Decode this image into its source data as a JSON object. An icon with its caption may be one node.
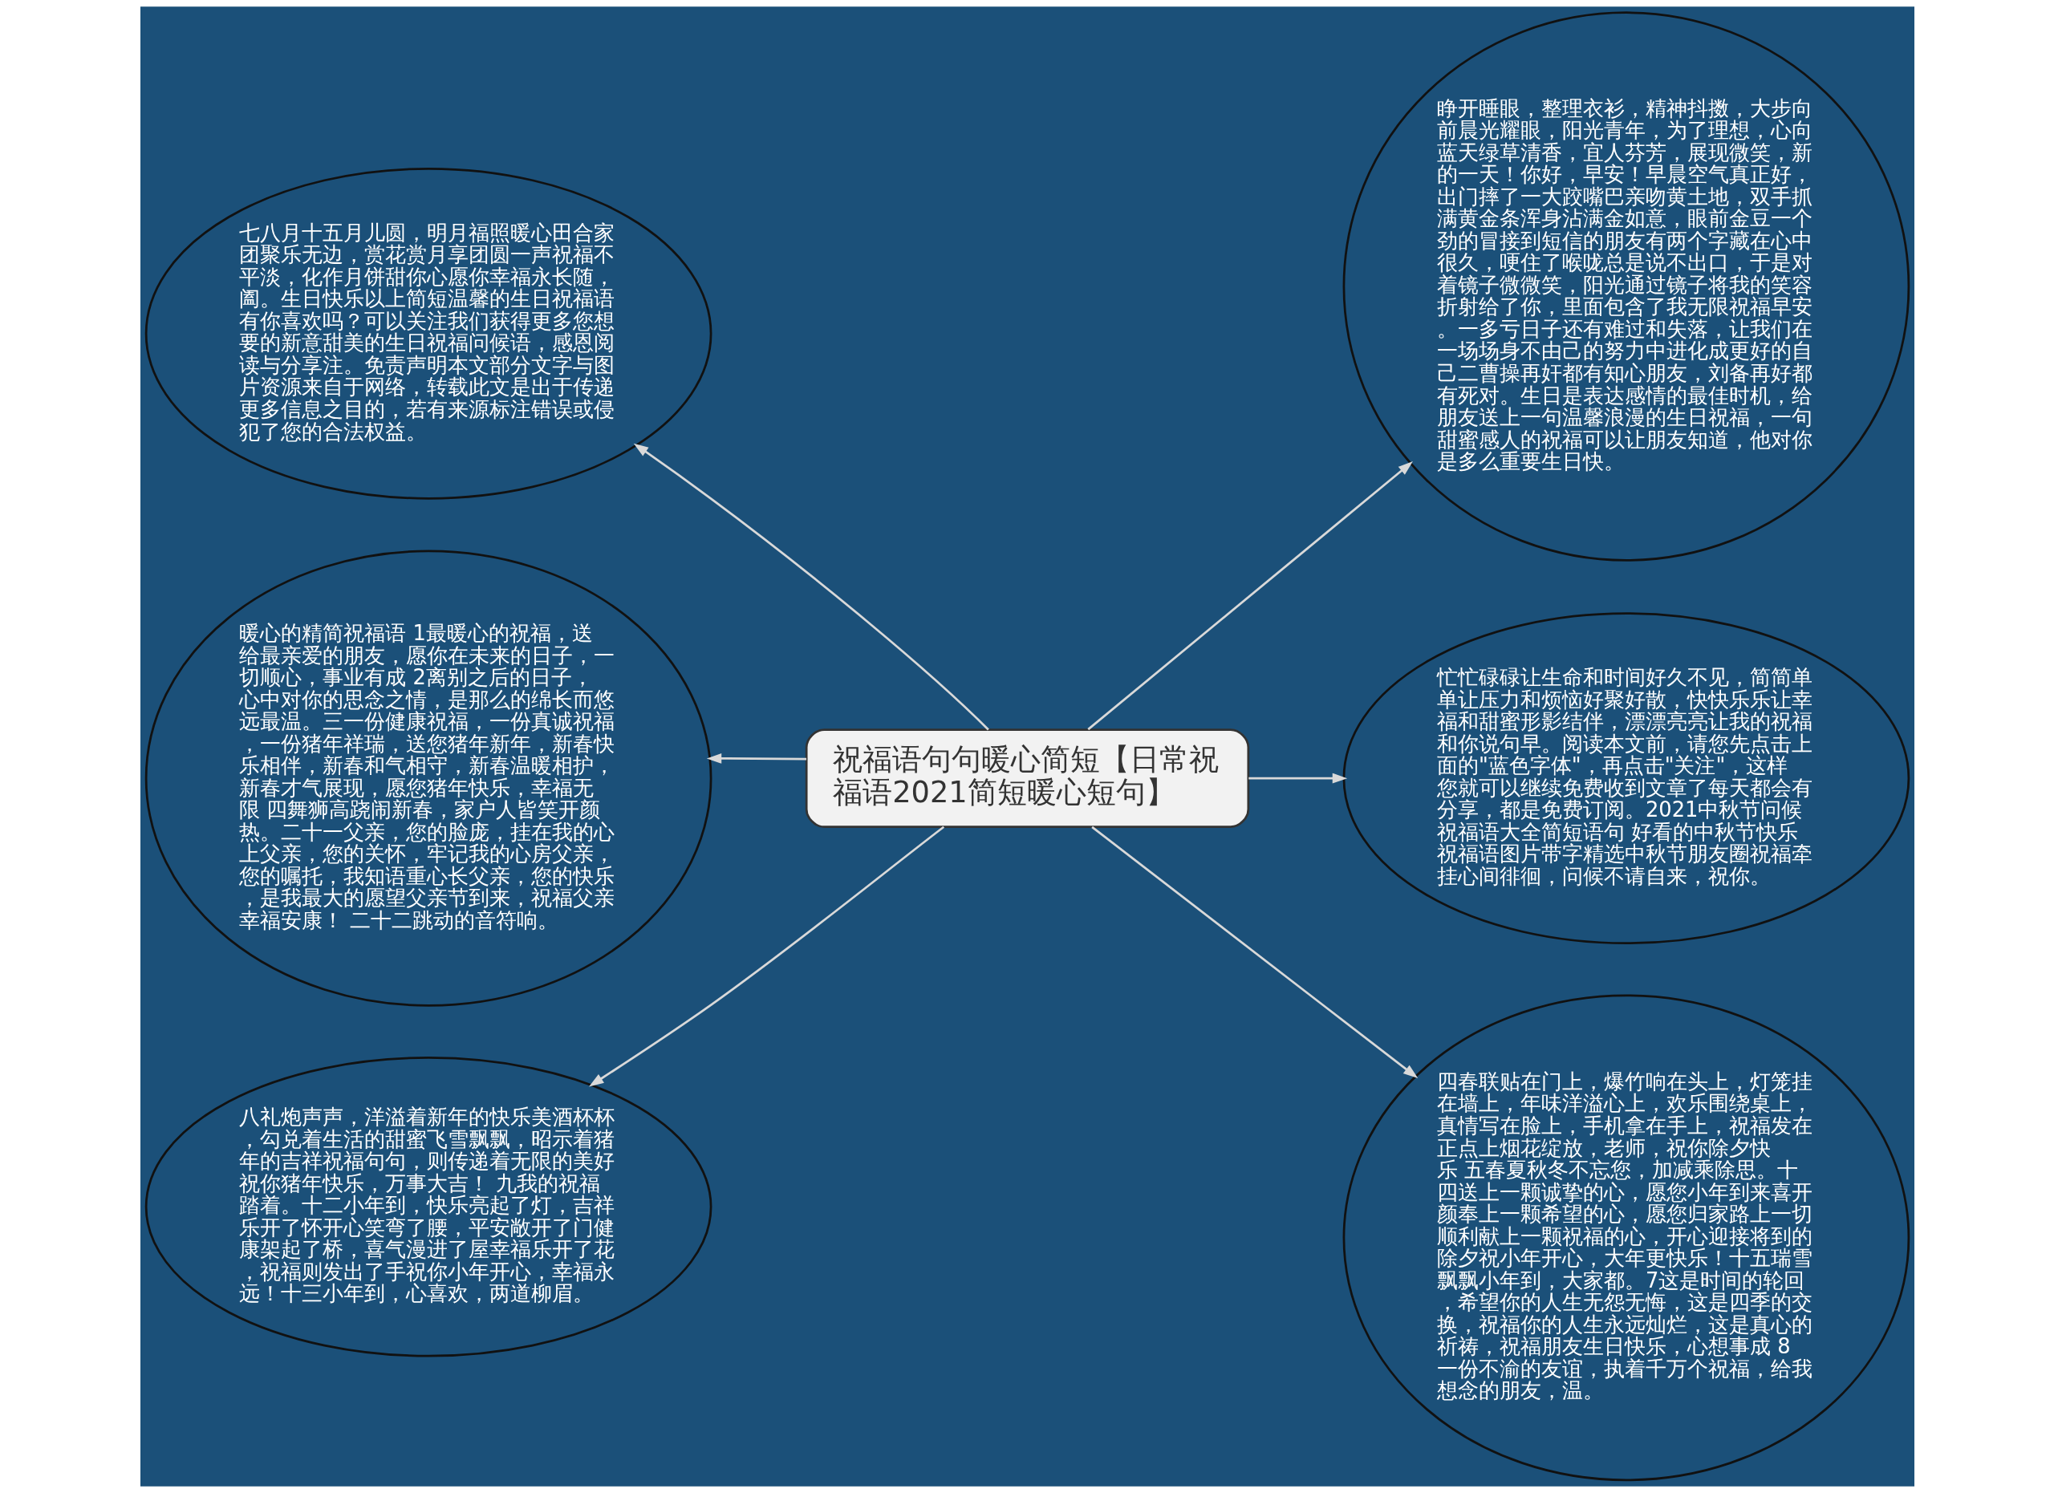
{
  "diagram": {
    "nodes": [
      {
        "text": [
          "祝福语句句暖心简短【日常祝福语2021简短暖心短句】"
        ]
      },
      {
        "text": [
          "七八月十五月儿圆，明月福照暖心田合家团聚乐无边，赏花赏月享团圆一声祝福不平淡，化作月饼甜你心愿你幸福永长随，阖。生日快乐以上简短温馨的生日祝福语有你喜欢吗？可以关注我们获得更多您想要的新意甜美的生日祝福问候语，感恩阅读与分享注。免责声明本文部分文字与图片资源来自于网络，转载此文是出于传递更多信息之目的，若有来源标注错误或侵犯了您的合法权益。"
        ]
      },
      {
        "text": [
          "暖心的精简祝福语 1最暖心的祝福，送给最亲爱的朋友，愿你在未来的日子，一切顺心，事业有成 2离别之后的日子，心中对你的思念之情，是那么的绵长而悠远最温。三一份健康祝福，一份真诚祝福，一份猪年祥瑞，送您猪年新年，新春快乐相伴，新春和气相守，新春温暖相护，新春才气展现，愿您猪年快乐，幸福无限 四舞狮高跷闹新春，家户人皆笑开颜热。二十一父亲，您的脸庞，挂在我的心上父亲，您的关怀，牢记我的心房父亲，您的嘱托，我知语重心长父亲，您的快乐，是我最大的愿望父亲节到来，祝福父亲幸福安康！ 二十二跳动的音符响。"
        ]
      },
      {
        "text": [
          "八礼炮声声，洋溢着新年的快乐美酒杯杯，勾兑着生活的甜蜜飞雪飘飘，昭示着猪年的吉祥祝福句句，则传递着无限的美好祝你猪年快乐，万事大吉！ 九我的祝福踏着。十二小年到，快乐亮起了灯，吉祥乐开了怀开心笑弯了腰，平安敞开了门健康架起了桥，喜气漫进了屋幸福乐开了花，祝福则发出了手祝你小年开心，幸福永远！十三小年到，心喜欢，两道柳眉。"
        ]
      },
      {
        "text": [
          "睁开睡眼，整理衣衫，精神抖擞，大步向前晨光耀眼，阳光青年，为了理想，心向蓝天绿草清香，宜人芬芳，展现微笑，新的一天！你好，早安！早晨空气真正好，出门摔了一大跤嘴巴亲吻黄土地，双手抓满黄金条浑身沾满金如意，眼前金豆一个劲的冒接到短信的朋友有两个字藏在心中很久，哽住了喉咙总是说不出口，于是对着镜子微微笑，阳光通过镜子将我的笑容折射给了你，里面包含了我无限祝福早安。一多亏日子还有难过和失落，让我们在一场场身不由己的努力中进化成更好的自己二曹操再奸都有知心朋友，刘备再好都有死对。生日是表达感情的最佳时机，给朋友送上一句温馨浪漫的生日祝福，一句甜蜜感人的祝福可以让朋友知道，他对你是多么重要生日快。"
        ]
      },
      {
        "text": [
          "忙忙碌碌让生命和时间好久不见，简简单单让压力和烦恼好聚好散，快快乐乐让幸福和甜蜜形影结伴，漂漂亮亮让我的祝福和你说句早。阅读本文前，请您先点击上面的\"蓝色字体\"，再点击\"关注\"，这样您就可以继续免费收到文章了每天都会有分享，都是免费订阅。2021中秋节问候祝福语大全简短语句 好看的中秋节快乐祝福语图片带字精选中秋节朋友圈祝福牵挂心间徘徊，问候不请自来，祝你。"
        ]
      },
      {
        "text": [
          "四春联贴在门上，爆竹响在头上，灯笼挂在墙上，年味洋溢心上，欢乐围绕桌上，真情写在脸上，手机拿在手上，祝福发在正点上烟花绽放，老师，祝你除夕快乐 五春夏秋冬不忘您，加减乘除思。十四送上一颗诚挚的心，愿您小年到来喜开颜奉上一颗希望的心，愿您归家路上一切顺利献上一颗祝福的心，开心迎接将到的除夕祝小年开心，大年更快乐！十五瑞雪飘飘小年到，大家都。7这是时间的轮回，希望你的人生无怨无悔，这是四季的交换，祝福你的人生永远灿烂，这是真心的祈祷，祝福朋友生日快乐，心想事成 8一份不渝的友谊，执着千万个祝福，给我想念的朋友，温。"
        ]
      }
    ],
    "edges": [
      {
        "from": 0,
        "to": 1,
        "arrow": "to"
      },
      {
        "from": 0,
        "to": 2,
        "arrow": "to"
      },
      {
        "from": 0,
        "to": 3,
        "arrow": "to"
      },
      {
        "from": 0,
        "to": 4,
        "arrow": "to"
      },
      {
        "from": 0,
        "to": 5,
        "arrow": "to"
      },
      {
        "from": 0,
        "to": 6,
        "arrow": "to"
      }
    ]
  }
}
